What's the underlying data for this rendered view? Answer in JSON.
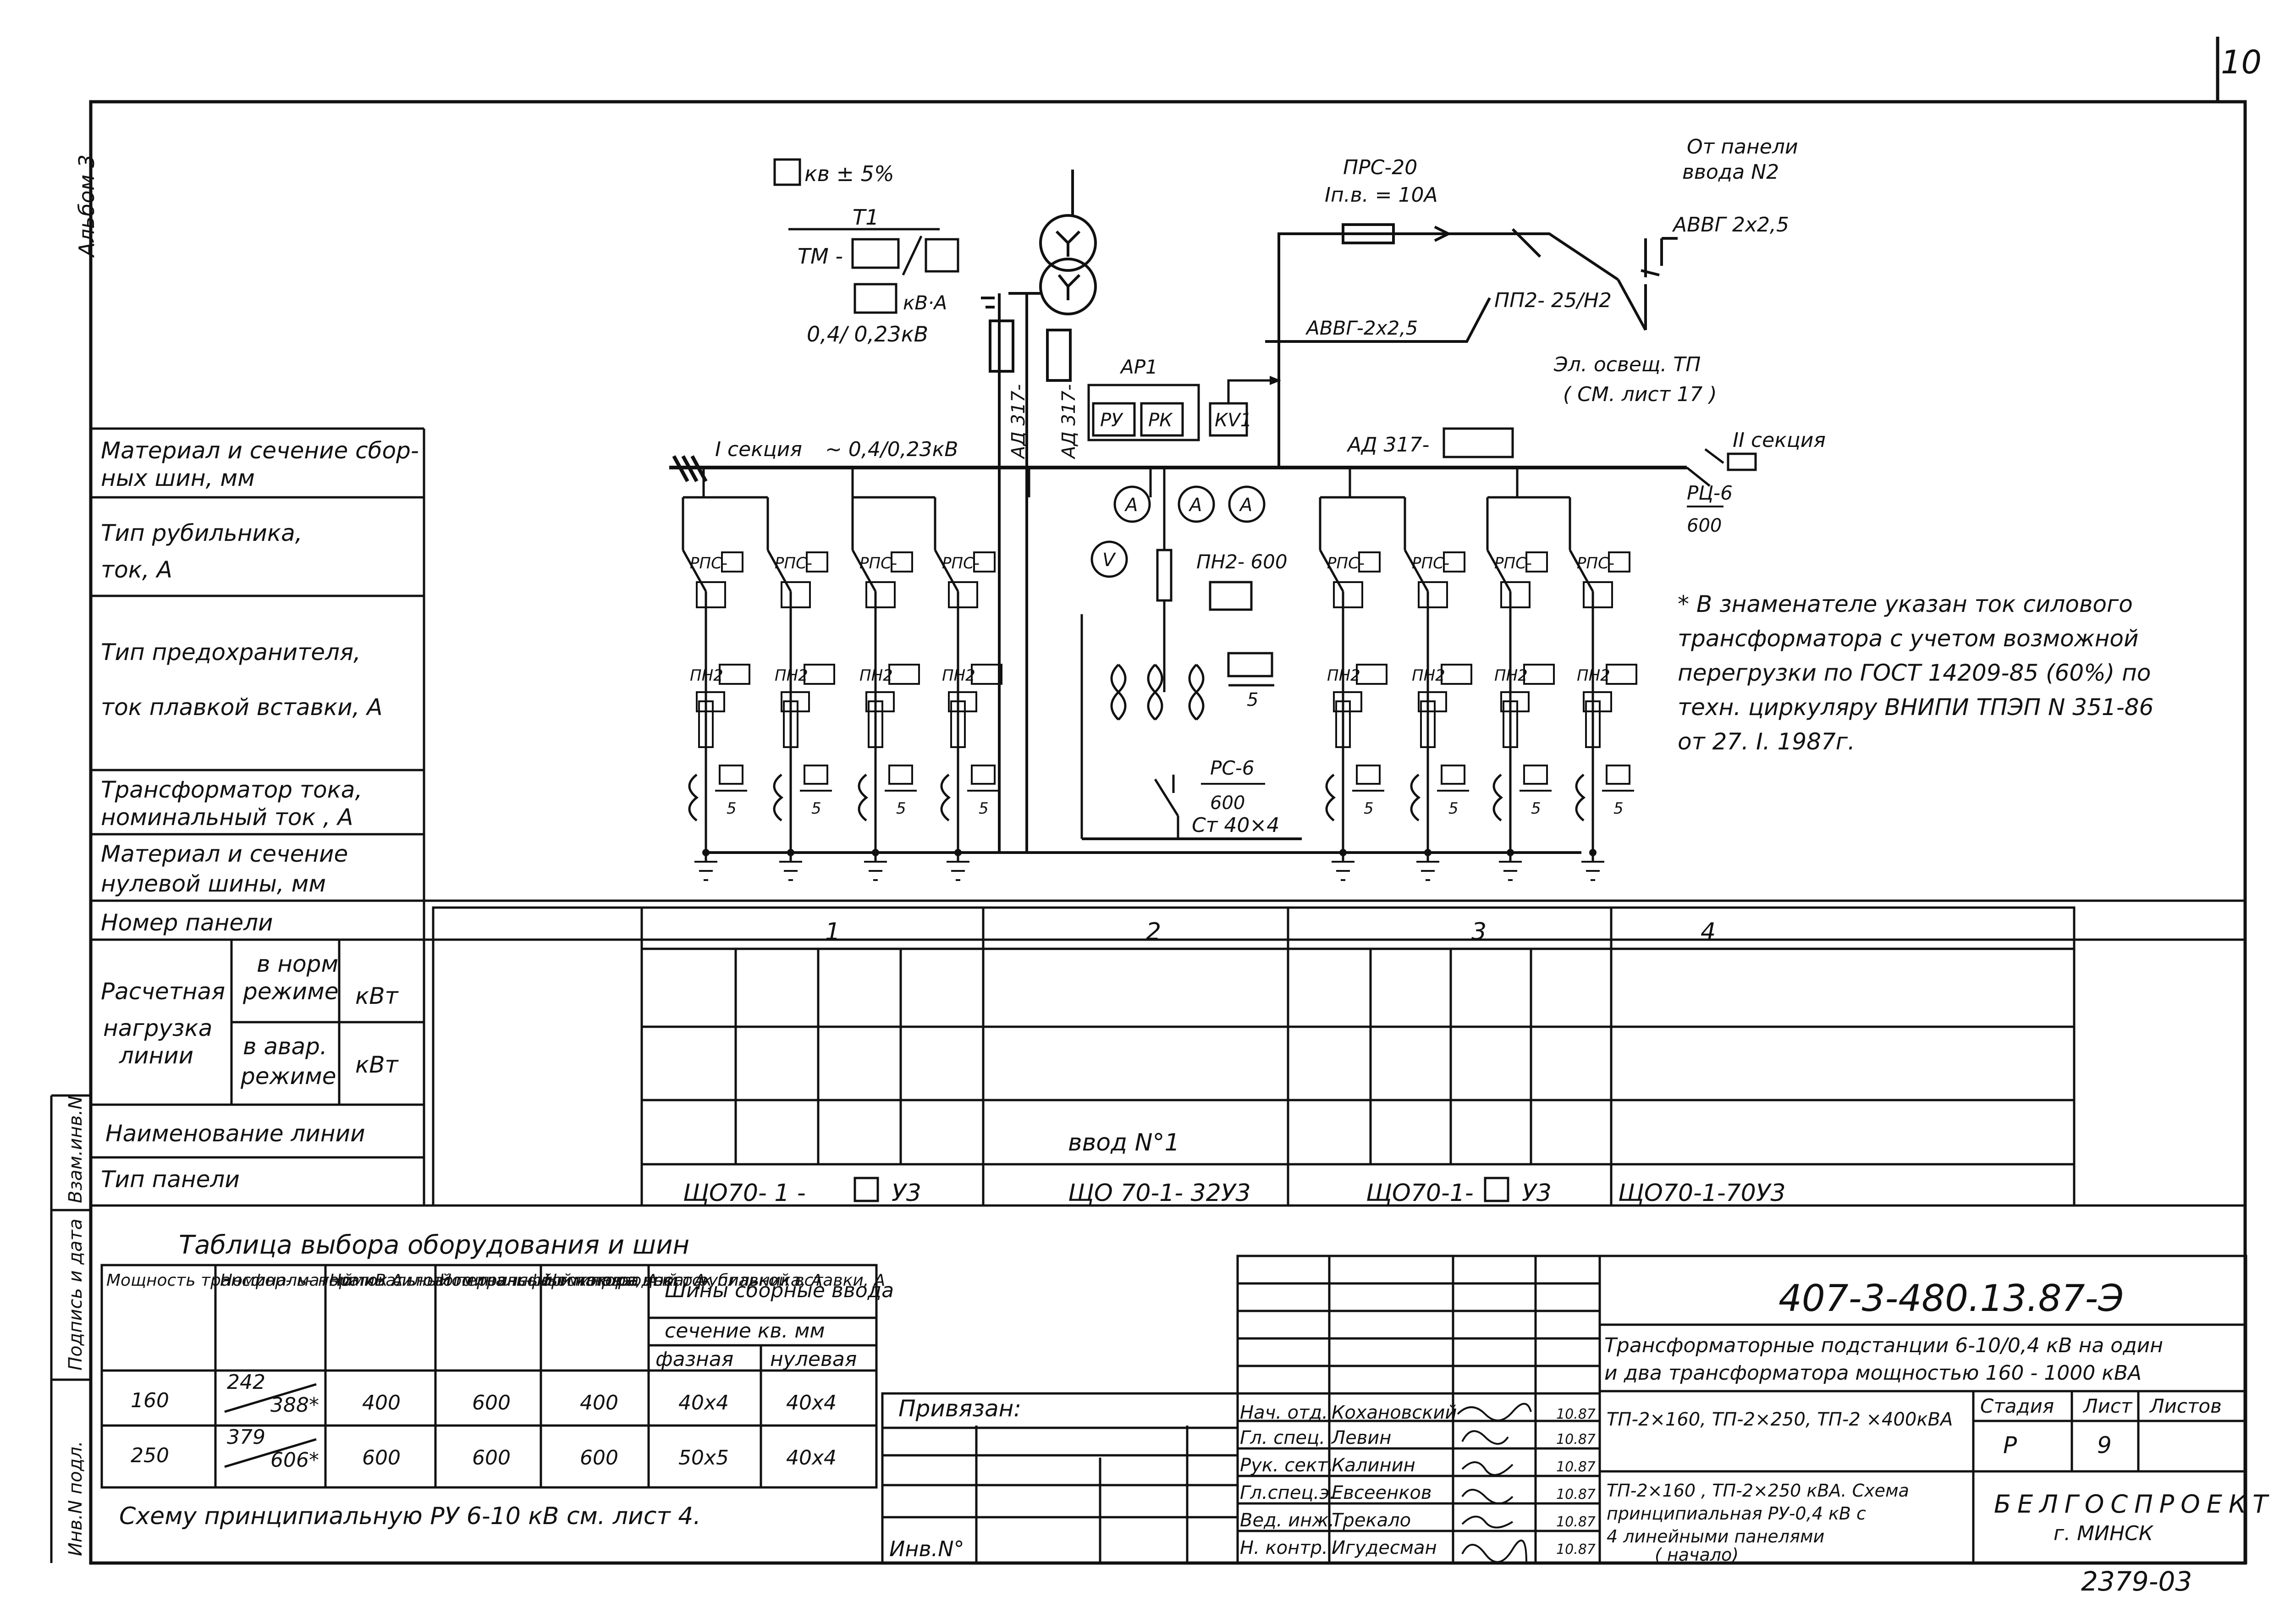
{
  "sheet": {
    "page_corner": "10",
    "album": "Альбом 3",
    "side_stamp_1": "Взам.инв.N",
    "side_stamp_2": "Подпись и дата",
    "side_stamp_3": "Инв.N подл."
  },
  "diagram": {
    "kv_note": "кв ± 5%",
    "t1": "T1",
    "tm": "ТМ -",
    "kva": "кВ·А",
    "voltage_ratio": "0,4/ 0,23кВ",
    "prs": "ПРС-20",
    "inv": "Iп.в. = 10А",
    "from_panel_1": "От панели",
    "from_panel_2": "ввода N2",
    "avvg_top": "АВВГ 2х2,5",
    "avvg_mid": "АВВГ-2х2,5",
    "pp2": "ПП2- 25/Н2",
    "el_osv_1": "Эл. освещ. ТП",
    "el_osv_2": "( СМ. лист 17 )",
    "ar1": "АР1",
    "ru": "РУ",
    "rk": "РК",
    "kv1": "КV1",
    "ad_1": "АД 317-",
    "ad_2": "АД 317-",
    "ad_3": "АД 317-",
    "sec1": "I секция",
    "sec1_v": "~ 0,4/0,23кВ",
    "sec2": "II секция",
    "rc6_right": "РЦ-6",
    "rc6_right_den": "600",
    "ammeter": "А",
    "voltmeter": "V",
    "pn2_600": "ПН2- 600",
    "den5": "5",
    "rs6": "РС-6",
    "rs6_den": "600",
    "st_bar": "Ст 40×4",
    "rps": "РПС-",
    "pn2": "ПН2",
    "note": [
      "* В знаменателе указан ток силового",
      "трансформатора с учетом возможной",
      "перегрузки по ГОСТ 14209-85 (60%) по",
      "техн. циркуляру ВНИПИ ТПЭП N 351-86",
      "от 27. I. 1987г."
    ]
  },
  "left_table": {
    "rows": [
      [
        "Материал и сечение сбор-",
        "ных шин, мм"
      ],
      [
        "Тип рубильника,",
        "ток, А"
      ],
      [
        "Тип предохранителя,",
        "ток плавкой вставки, А"
      ],
      [
        "Трансформатор тока,",
        "номинальный ток , А"
      ],
      [
        "Материал и сечение",
        "нулевой шины, мм"
      ],
      [
        "Номер панели"
      ]
    ],
    "load_1": "Расчетная",
    "load_2": "нагрузка",
    "load_3": "линии",
    "norm_1": "в норм",
    "norm_2": "режиме",
    "avar_1": "в авар.",
    "avar_2": "режиме",
    "unit": "кВт",
    "line_name": "Наименование линии",
    "panel_type": "Тип панели"
  },
  "panels": {
    "numbers": [
      "1",
      "2",
      "3",
      "4"
    ],
    "input_name": "ввод N°1",
    "types": [
      "ЩО70- 1 -",
      "ЩО 70-1- 32У3",
      "ЩО70-1-",
      "ЩО70-1-70У3"
    ],
    "type_suffix": "У3"
  },
  "equipment_table": {
    "title": "Таблица выбора оборудования и шин",
    "headers": [
      "Мощность трансфор- матора кВ А",
      "Номиналь- ный ток силового трансфор- матора, А",
      "Номинальный первичный ток тр-ра тока, А",
      "Номиналь- ный ток вводного рубильника, А",
      "Номиналь- ный ток плавкой вставки, А"
    ],
    "bus_header": "Шины сборные ввода",
    "section_header": "сечение кв. мм",
    "phase": "фазная",
    "zero": "нулевая",
    "rows": [
      [
        "160",
        "242",
        "388*",
        "400",
        "600",
        "400",
        "40х4",
        "40х4"
      ],
      [
        "250",
        "379",
        "606*",
        "600",
        "600",
        "600",
        "50х5",
        "40х4"
      ]
    ],
    "footnote": "Схему принципиальную РУ 6-10 кВ см. лист 4."
  },
  "title_block": {
    "privyazan": "Привязан:",
    "inv_no": "Инв.N°",
    "doc_code": "407-3-480.13.87-Э",
    "project_1": "Трансформаторные подстанции 6-10/0,4 кВ на один",
    "project_2": "и два трансформатора мощностью 160 - 1000 кВА",
    "subtitle": "ТП-2×160, ТП-2×250, ТП-2 ×400кВА",
    "stage_h": "Стадия",
    "sheet_h": "Лист",
    "sheets_h": "Листов",
    "stage": "Р",
    "sheet": "9",
    "desc_1": "ТП-2×160 , ТП-2×250 кВА. Схема",
    "desc_2": "принципиальная РУ-0,4 кВ с",
    "desc_3": "4 линейными панелями",
    "desc_4": "( начало)",
    "org": "БЕЛГОСПРОЕКТ",
    "city": "г. МИНСК",
    "signers": [
      [
        "Нач. отд.",
        "Кохановский",
        "10.87"
      ],
      [
        "Гл. спец.",
        "Левин",
        "10.87"
      ],
      [
        "Рук. сект.",
        "Калинин",
        "10.87"
      ],
      [
        "Гл.спец.э.",
        "Евсеенков",
        "10.87"
      ],
      [
        "Вед. инж.",
        "Трекало",
        "10.87"
      ],
      [
        "Н. контр.",
        "Игудесман",
        "10.87"
      ]
    ],
    "sheet_code": "2379-03"
  }
}
